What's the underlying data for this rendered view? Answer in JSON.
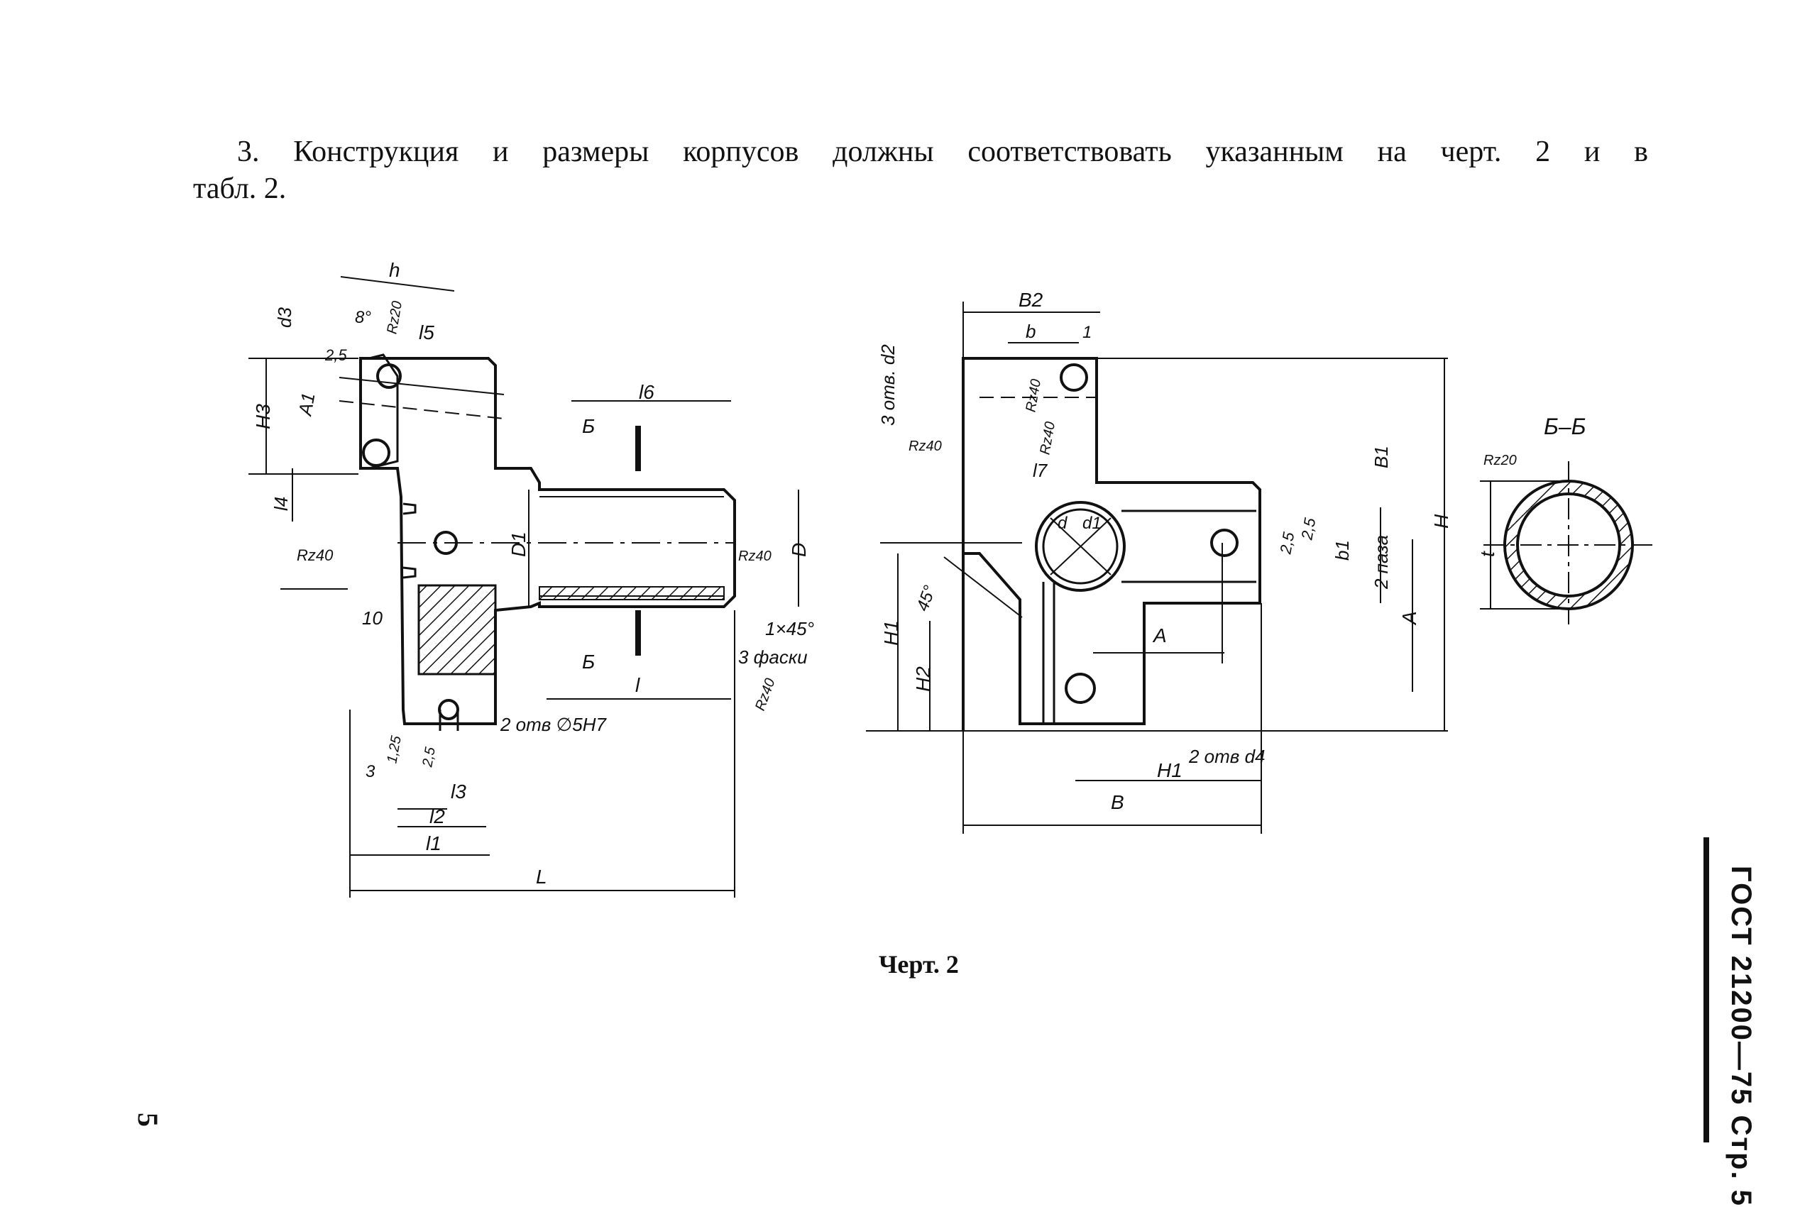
{
  "paragraph": {
    "line1": "3. Конструкция и размеры корпусов должны соответствовать указанным на черт. 2 и в",
    "line2": "табл. 2."
  },
  "caption": "Черт. 2",
  "side_header": "ГОСТ 21200—75 Стр. 5",
  "page_number": "5",
  "drawing_labels": {
    "h": "h",
    "d3": "d3",
    "deg8": "8°",
    "rz20": "Rz20",
    "l5": "l5",
    "v25": "2,5",
    "H3": "H3",
    "A1": "A1",
    "l4": "l4",
    "l6": "l6",
    "B": "Б",
    "D1": "D1",
    "D": "D",
    "rz40": "Rz40",
    "ten": "10",
    "l": "l",
    "chamfer": "1×45°",
    "three_chamfers": "3 фаски",
    "holes5": "2 отв ∅5Н7",
    "three": "3",
    "v125": "1,25",
    "l3": "l3",
    "l2": "l2",
    "l1": "l1",
    "L": "L",
    "B2": "B2",
    "b": "b",
    "one": "1",
    "three_holes": "3 отв. d2",
    "l7": "l7",
    "B1": "B1",
    "H": "H",
    "d": "d",
    "d1": "d1",
    "b1": "b1",
    "two_grooves": "2 паза",
    "deg45": "45°",
    "H1": "H1",
    "H2": "H2",
    "Adim": "A",
    "two_holes_d4": "2 отв d4",
    "Bw": "B",
    "section": "Б–Б",
    "t": "t"
  }
}
